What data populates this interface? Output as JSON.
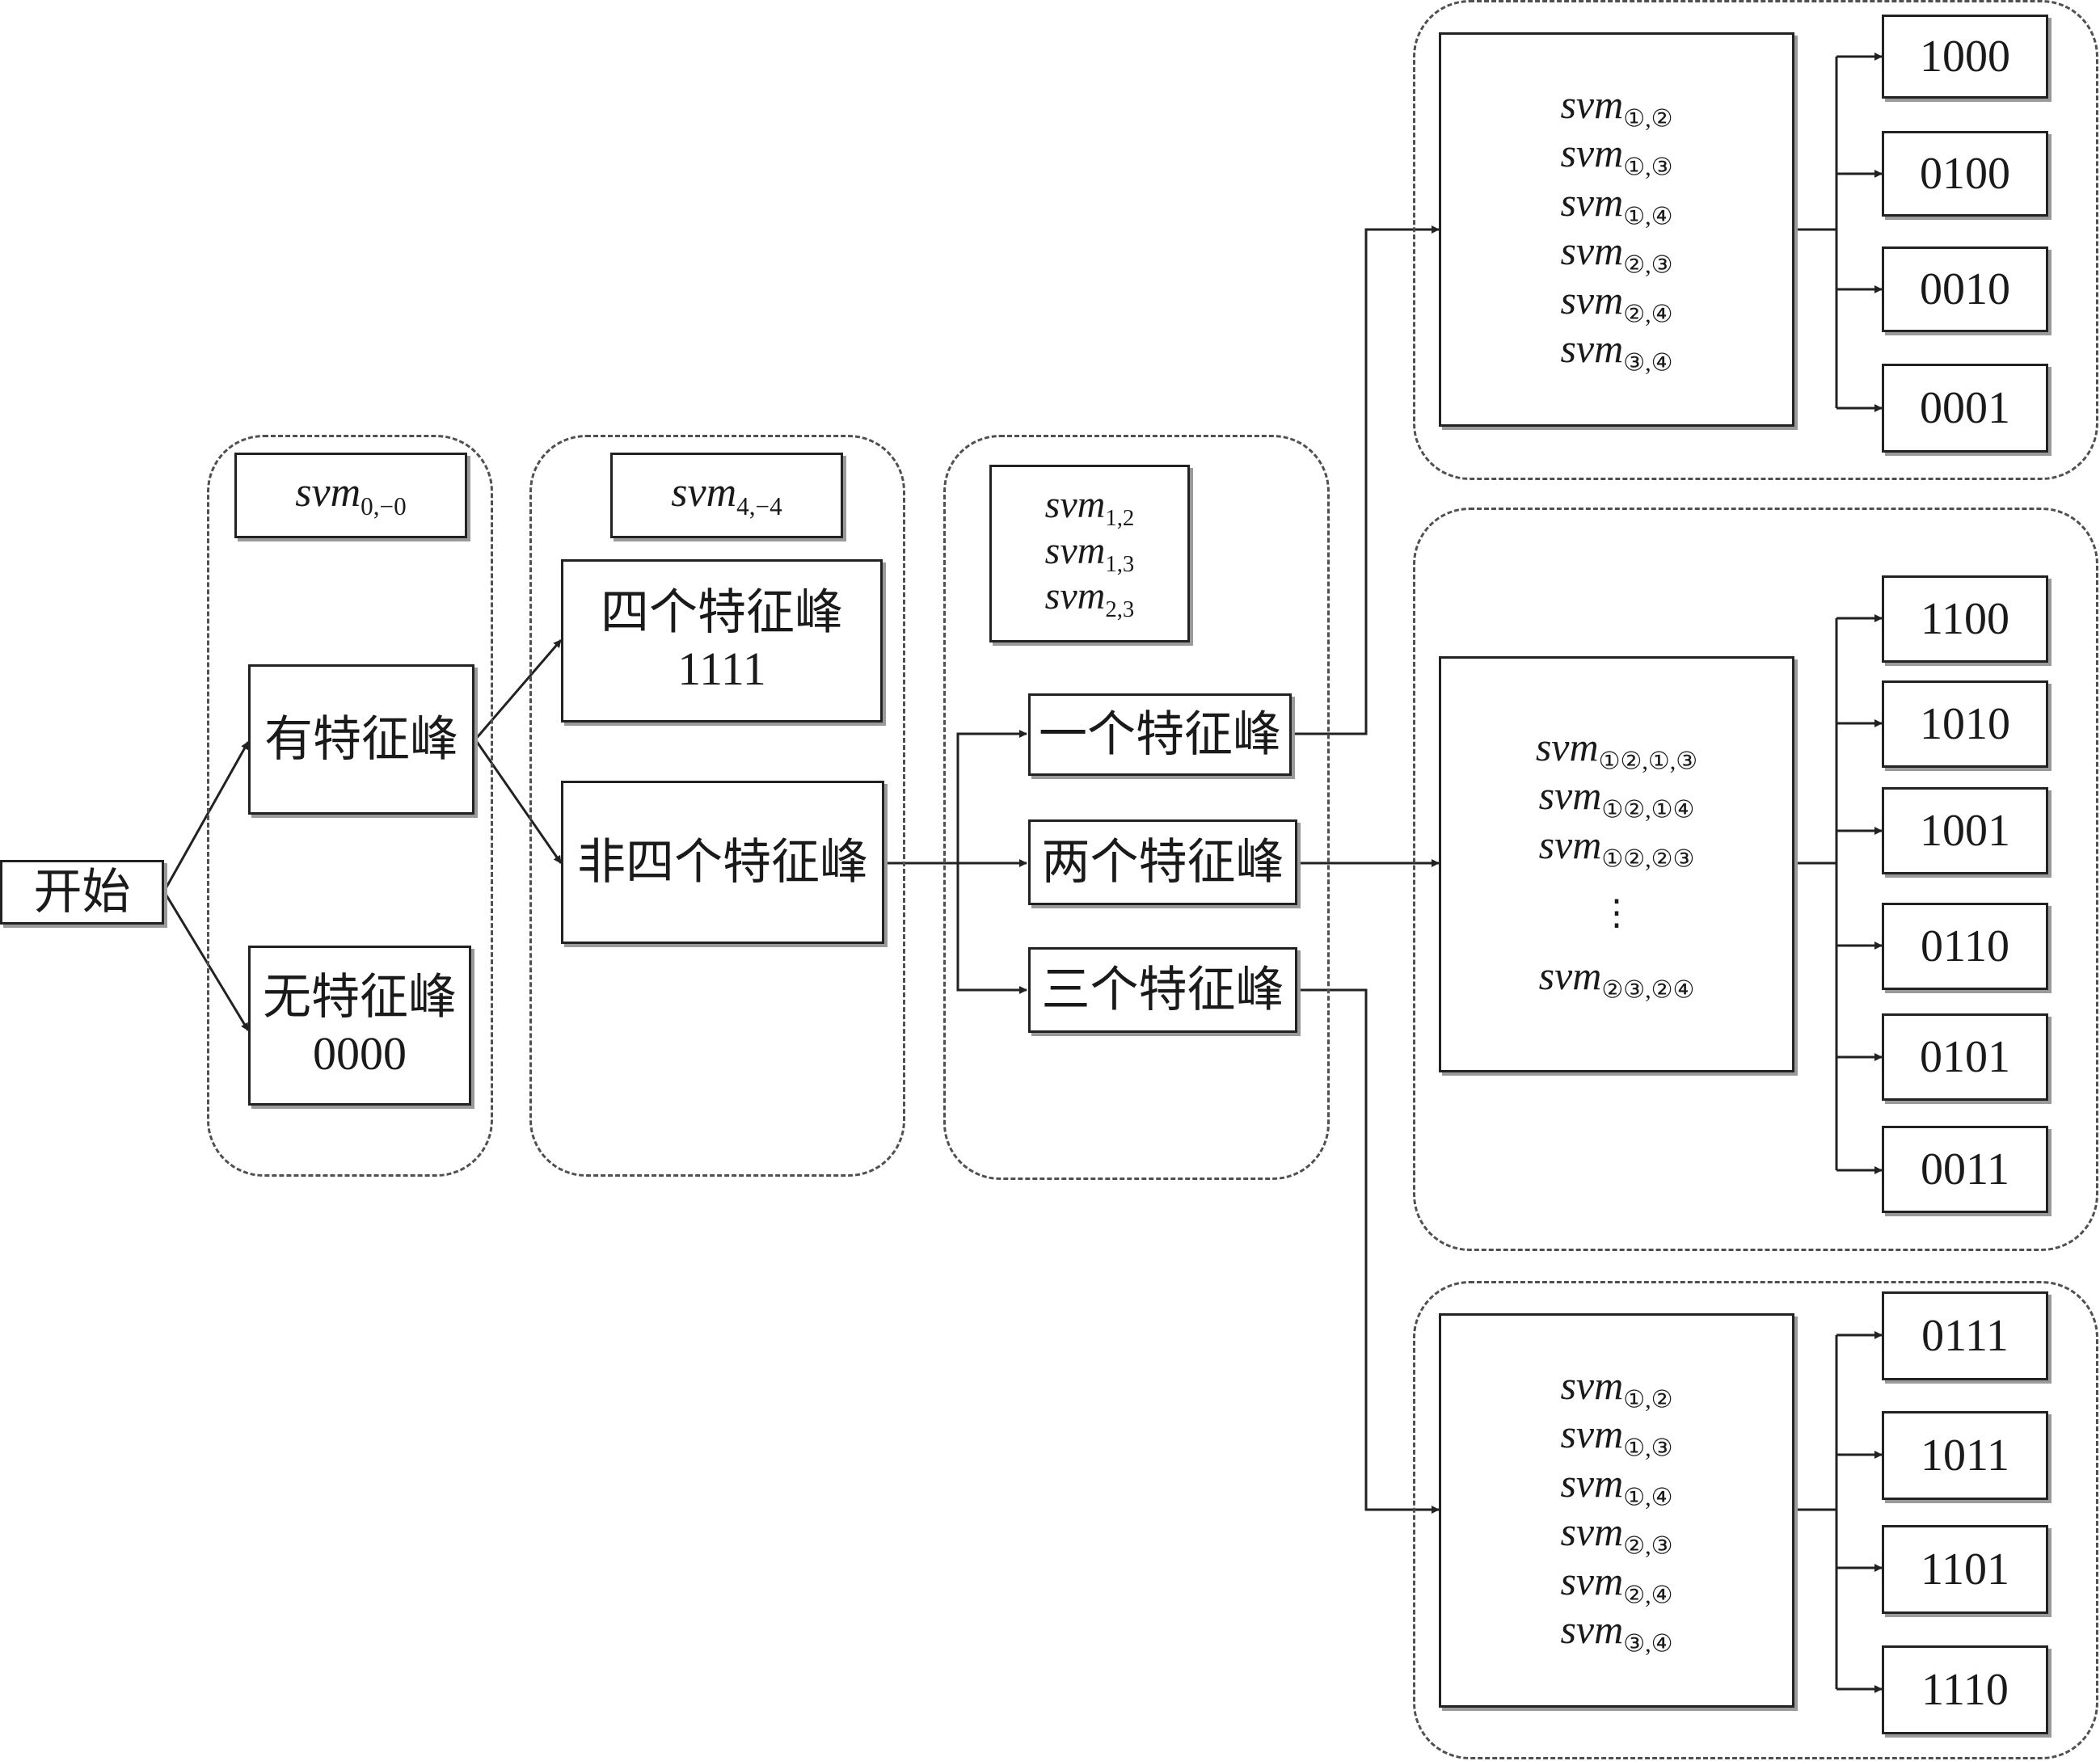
{
  "start": {
    "label": "开始"
  },
  "stage1": {
    "svm": {
      "base": "svm",
      "sub": "0,−0"
    },
    "has_peak": {
      "label": "有特征峰"
    },
    "no_peak": {
      "label": "无特征峰",
      "code": "0000"
    }
  },
  "stage2": {
    "svm": {
      "base": "svm",
      "sub": "4,−4"
    },
    "four_peaks": {
      "label": "四个特征峰",
      "code": "1111"
    },
    "not_four_peaks": {
      "label": "非四个特征峰"
    }
  },
  "stage3": {
    "svm": [
      {
        "base": "svm",
        "sub": "1,2"
      },
      {
        "base": "svm",
        "sub": "1,3"
      },
      {
        "base": "svm",
        "sub": "2,3"
      }
    ],
    "one_peak": {
      "label": "一个特征峰"
    },
    "two_peaks": {
      "label": "两个特征峰"
    },
    "three_peaks": {
      "label": "三个特征峰"
    }
  },
  "one_peak_branch": {
    "classifiers": [
      {
        "base": "svm",
        "sub": "①,②"
      },
      {
        "base": "svm",
        "sub": "①,③"
      },
      {
        "base": "svm",
        "sub": "①,④"
      },
      {
        "base": "svm",
        "sub": "②,③"
      },
      {
        "base": "svm",
        "sub": "②,④"
      },
      {
        "base": "svm",
        "sub": "③,④"
      }
    ],
    "outputs": [
      "1000",
      "0100",
      "0010",
      "0001"
    ]
  },
  "two_peak_branch": {
    "classifiers": [
      {
        "base": "svm",
        "sub": "①②,①,③"
      },
      {
        "base": "svm",
        "sub": "①②,①④"
      },
      {
        "base": "svm",
        "sub": "①②,②③"
      }
    ],
    "ellipsis": "⋮",
    "last_classifier": {
      "base": "svm",
      "sub": "②③,②④"
    },
    "outputs": [
      "1100",
      "1010",
      "1001",
      "0110",
      "0101",
      "0011"
    ]
  },
  "three_peak_branch": {
    "classifiers": [
      {
        "base": "svm",
        "sub": "①,②"
      },
      {
        "base": "svm",
        "sub": "①,③"
      },
      {
        "base": "svm",
        "sub": "①,④"
      },
      {
        "base": "svm",
        "sub": "②,③"
      },
      {
        "base": "svm",
        "sub": "②,④"
      },
      {
        "base": "svm",
        "sub": "③,④"
      }
    ],
    "outputs": [
      "0111",
      "1011",
      "1101",
      "1110"
    ]
  }
}
